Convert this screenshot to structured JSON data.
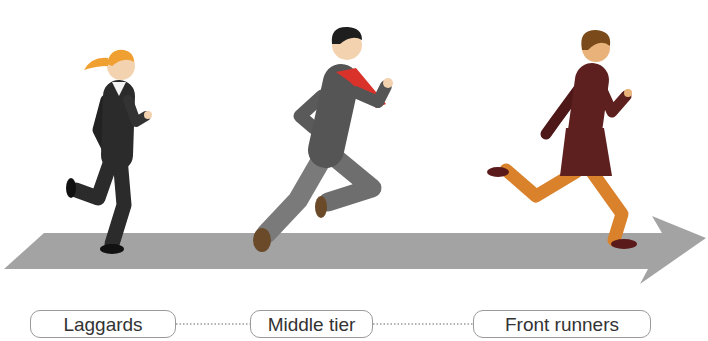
{
  "diagram": {
    "nodes": [
      {
        "text": [
          "Laggards"
        ]
      },
      {
        "text": [
          "Middle tier"
        ]
      },
      {
        "text": [
          "Front runners"
        ]
      }
    ],
    "edges": [
      {
        "from": 0,
        "to": 1,
        "arrow": "none"
      },
      {
        "from": 1,
        "to": 2,
        "arrow": "none"
      }
    ]
  }
}
